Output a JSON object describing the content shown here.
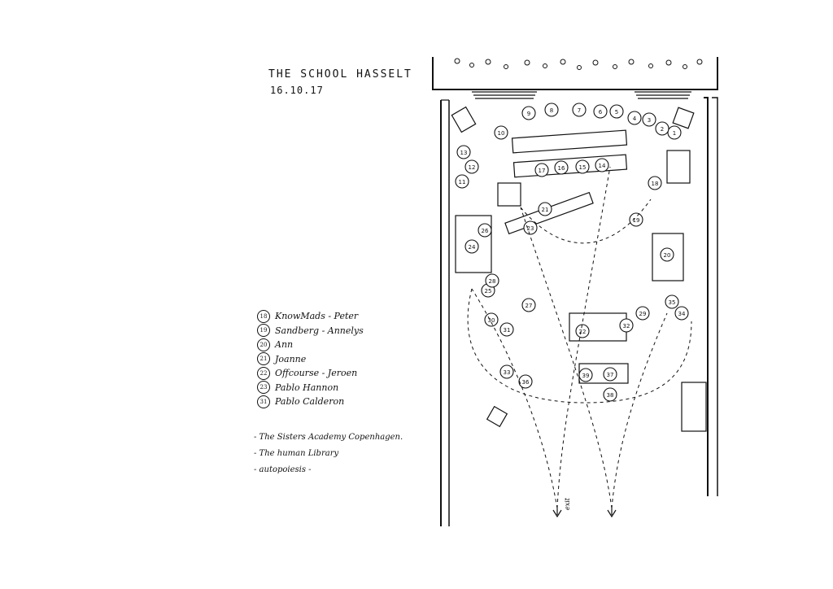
{
  "sheet": {
    "title": "THE SCHOOL HASSELT",
    "date": "16.10.17"
  },
  "legend": [
    {
      "num": "18",
      "label": "KnowMads - Peter"
    },
    {
      "num": "19",
      "label": "Sandberg - Annelys"
    },
    {
      "num": "20",
      "label": "Ann"
    },
    {
      "num": "21",
      "label": "Joanne"
    },
    {
      "num": "22",
      "label": "Offcourse - Jeroen"
    },
    {
      "num": "23",
      "label": "Pablo Hannon"
    },
    {
      "num": "31",
      "label": "Pablo Calderon"
    }
  ],
  "notes": [
    "- The Sisters Academy Copenhagen.",
    "- The human Library",
    "- autopoiesis -"
  ],
  "plan": {
    "seat_numbers": [
      "1",
      "2",
      "3",
      "4",
      "5",
      "6",
      "7",
      "8",
      "9",
      "10",
      "11",
      "12",
      "13",
      "14",
      "15",
      "16",
      "17",
      "18",
      "19",
      "20",
      "21",
      "22",
      "23",
      "24",
      "25",
      "26",
      "27",
      "28",
      "29",
      "30",
      "31",
      "32",
      "33",
      "34",
      "35",
      "36",
      "37",
      "38",
      "39"
    ],
    "exit_label": "exit"
  }
}
